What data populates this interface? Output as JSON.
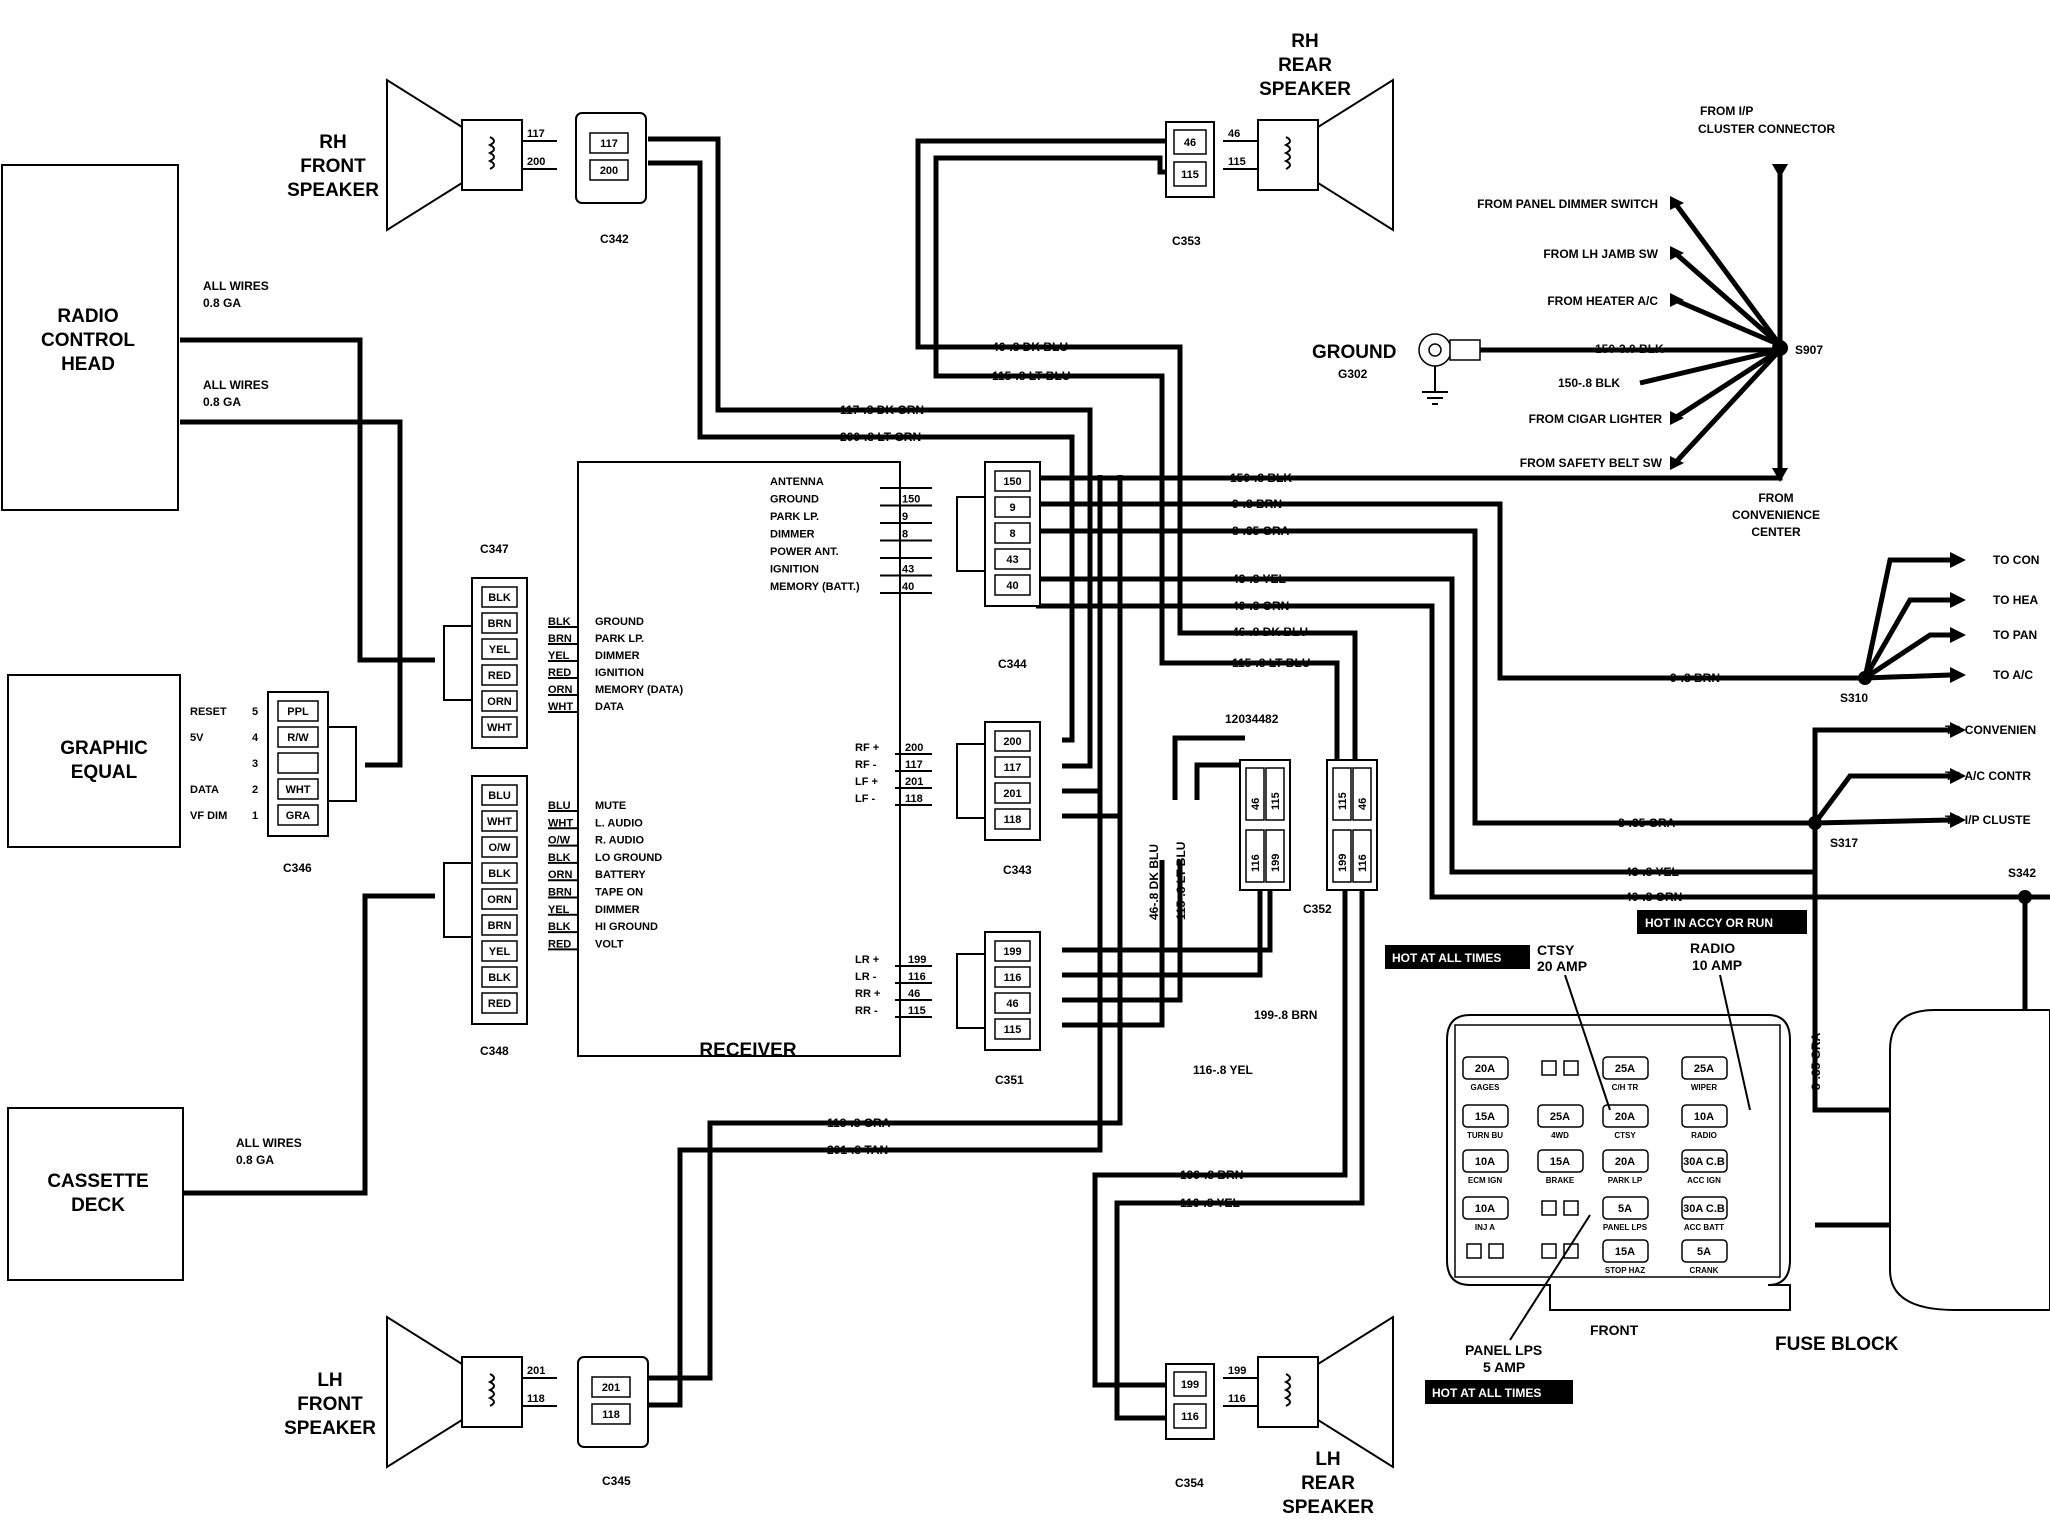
{
  "components": {
    "radio_control_head": [
      "RADIO",
      "CONTROL",
      "HEAD"
    ],
    "graphic_equal": [
      "GRAPHIC",
      "EQUAL"
    ],
    "cassette_deck": [
      "CASSETTE",
      "DECK"
    ],
    "receiver": "RECEIVER",
    "rh_front_speaker": [
      "RH",
      "FRONT",
      "SPEAKER"
    ],
    "rh_rear_speaker": [
      "RH",
      "REAR",
      "SPEAKER"
    ],
    "lh_front_speaker": [
      "LH",
      "FRONT",
      "SPEAKER"
    ],
    "lh_rear_speaker": [
      "LH",
      "REAR",
      "SPEAKER"
    ],
    "ground": "GROUND",
    "ground_id": "G302",
    "fuse_block": "FUSE BLOCK",
    "front": "FRONT",
    "part_number": "12034482"
  },
  "all_wires_notes": [
    [
      "ALL WIRES",
      "0.8 GA"
    ],
    [
      "ALL WIRES",
      "0.8 GA"
    ],
    [
      "ALL WIRES",
      "0.8 GA"
    ]
  ],
  "connectors": {
    "c342": "C342",
    "c353": "C353",
    "c347": "C347",
    "c346": "C346",
    "c348": "C348",
    "c344": "C344",
    "c343": "C343",
    "c351": "C351",
    "c352": "C352",
    "c345": "C345",
    "c354": "C354",
    "s907": "S907",
    "s310": "S310",
    "s317": "S317",
    "s342": "S342"
  },
  "rh_front_pins": [
    "117",
    "200"
  ],
  "rh_rear_pins": [
    "46",
    "115"
  ],
  "lh_front_pins": [
    "201",
    "118"
  ],
  "lh_rear_pins": [
    "199",
    "116"
  ],
  "c347_pins": [
    "BLK",
    "BRN",
    "YEL",
    "RED",
    "ORN",
    "WHT"
  ],
  "c347_funcs": [
    {
      "color": "BLK",
      "func": "GROUND"
    },
    {
      "color": "BRN",
      "func": "PARK LP."
    },
    {
      "color": "YEL",
      "func": "DIMMER"
    },
    {
      "color": "RED",
      "func": "IGNITION"
    },
    {
      "color": "ORN",
      "func": "MEMORY (DATA)"
    },
    {
      "color": "WHT",
      "func": "DATA"
    }
  ],
  "c346_pins": [
    "PPL",
    "R/W",
    "",
    "WHT",
    "GRA"
  ],
  "c346_nums": [
    "5",
    "4",
    "3",
    "2",
    "1"
  ],
  "c346_labels": [
    "RESET",
    "5V",
    "",
    "DATA",
    "VF DIM"
  ],
  "c348_pins": [
    "BLU",
    "WHT",
    "O/W",
    "BLK",
    "ORN",
    "BRN",
    "YEL",
    "BLK",
    "RED"
  ],
  "c348_funcs": [
    {
      "color": "BLU",
      "func": "MUTE"
    },
    {
      "color": "WHT",
      "func": "L. AUDIO"
    },
    {
      "color": "O/W",
      "func": "R. AUDIO"
    },
    {
      "color": "BLK",
      "func": "LO GROUND"
    },
    {
      "color": "ORN",
      "func": "BATTERY"
    },
    {
      "color": "BRN",
      "func": "TAPE ON"
    },
    {
      "color": "YEL",
      "func": "DIMMER"
    },
    {
      "color": "BLK",
      "func": "HI GROUND"
    },
    {
      "color": "RED",
      "func": "VOLT"
    }
  ],
  "receiver_power": [
    {
      "name": "ANTENNA",
      "pin": ""
    },
    {
      "name": "GROUND",
      "pin": "150"
    },
    {
      "name": "PARK LP.",
      "pin": "9"
    },
    {
      "name": "DIMMER",
      "pin": "8"
    },
    {
      "name": "POWER ANT.",
      "pin": ""
    },
    {
      "name": "IGNITION",
      "pin": "43"
    },
    {
      "name": "MEMORY (BATT.)",
      "pin": "40"
    }
  ],
  "receiver_front": [
    {
      "name": "RF +",
      "pin": "200"
    },
    {
      "name": "RF -",
      "pin": "117"
    },
    {
      "name": "LF +",
      "pin": "201"
    },
    {
      "name": "LF -",
      "pin": "118"
    }
  ],
  "receiver_rear": [
    {
      "name": "LR +",
      "pin": "199"
    },
    {
      "name": "LR -",
      "pin": "116"
    },
    {
      "name": "RR +",
      "pin": "46"
    },
    {
      "name": "RR -",
      "pin": "115"
    }
  ],
  "c344_pins": [
    "150",
    "9",
    "8",
    "43",
    "40"
  ],
  "c343_pins": [
    "200",
    "117",
    "201",
    "118"
  ],
  "c351_pins": [
    "199",
    "116",
    "46",
    "115"
  ],
  "c342_pins": [
    "117",
    "200"
  ],
  "c353_pins": [
    "46",
    "115"
  ],
  "c345_pins": [
    "201",
    "118"
  ],
  "c354_pins": [
    "199",
    "116"
  ],
  "c352_left": [
    "46",
    "115",
    "116",
    "199"
  ],
  "c352_right": [
    "115",
    "46",
    "199",
    "116"
  ],
  "wires": {
    "w46_dk_blu": "46-.8 DK BLU",
    "w115_lt_blu": "115-.8 LT BLU",
    "w117_dk_grn": "117-.8 DK GRN",
    "w200_lt_grn": "200-.8 LT GRN",
    "w150_blk": "150-.8 BLK",
    "w9_brn": "9-.8 BRN",
    "w8_gra": "8-.35 GRA",
    "w43_yel": "43-.8 YEL",
    "w40_orn": "40-.8 ORN",
    "w46_dk_blu_b": "46-.8 DK BLU",
    "w115_lt_blu_b": "115-.8 LT BLU",
    "w150_3_blk": "150-3.0 BLK",
    "w150_blk_b": "150-.8 BLK",
    "w9_brn_b": "9-.8 BRN",
    "w8_gra_b": "8-.35 GRA",
    "w43_yel_b": "43-.8 YEL",
    "w40_orn_b": "40-.8 ORN",
    "w118_gra": "118-.8 GRA",
    "w201_tan": "201-.8 TAN",
    "w199_brn": "199-.8 BRN",
    "w116_yel": "116-.8 YEL",
    "w199_brn_b": "199-.8 BRN",
    "w116_yel_b": "116-.8 YEL",
    "v46_dk_blu": "46-.8 DK BLU",
    "v115_lt_blu": "115-.8 LT BLU",
    "v8_gra": "8-.35 GRA"
  },
  "s907_sources": {
    "from_ip": [
      "FROM I/P",
      "CLUSTER CONNECTOR"
    ],
    "panel_dimmer": "FROM PANEL DIMMER SWITCH",
    "lh_jamb": "FROM LH JAMB SW",
    "heater_ac": "FROM HEATER A/C",
    "cigar": "FROM CIGAR LIGHTER",
    "safety_belt": "FROM SAFETY BELT SW",
    "convenience": [
      "FROM",
      "CONVENIENCE",
      "CENTER"
    ]
  },
  "s310_outputs": [
    "TO CON",
    "TO HEA",
    "TO PAN",
    "TO A/C"
  ],
  "s317_outputs": [
    "TO CONVENIEN",
    "TO A/C CONTR",
    "TO I/P CLUSTE"
  ],
  "hot_labels": {
    "accy": "HOT IN ACCY OR RUN",
    "all1": "HOT AT ALL TIMES",
    "all2": "HOT AT ALL TIMES"
  },
  "fuse_callouts": {
    "ctsy": [
      "CTSY",
      "20 AMP"
    ],
    "radio": [
      "RADIO",
      "10 AMP"
    ],
    "panel": [
      "PANEL LPS",
      "5 AMP"
    ]
  },
  "fuses": [
    {
      "amp": "20A",
      "name": "GAGES"
    },
    {
      "amp": "",
      "name": ""
    },
    {
      "amp": "25A",
      "name": "C/H TR"
    },
    {
      "amp": "25A",
      "name": "WIPER"
    },
    {
      "amp": "15A",
      "name": "TURN BU"
    },
    {
      "amp": "25A",
      "name": "4WD"
    },
    {
      "amp": "20A",
      "name": "CTSY"
    },
    {
      "amp": "10A",
      "name": "RADIO"
    },
    {
      "amp": "10A",
      "name": "ECM IGN"
    },
    {
      "amp": "15A",
      "name": "BRAKE"
    },
    {
      "amp": "20A",
      "name": "PARK LP"
    },
    {
      "amp": "30A C.B",
      "name": "ACC IGN"
    },
    {
      "amp": "10A",
      "name": "INJ A"
    },
    {
      "amp": "",
      "name": ""
    },
    {
      "amp": "5A",
      "name": "PANEL LPS"
    },
    {
      "amp": "30A C.B",
      "name": "ACC BATT"
    },
    {
      "amp": "",
      "name": ""
    },
    {
      "amp": "",
      "name": ""
    },
    {
      "amp": "15A",
      "name": "STOP HAZ"
    },
    {
      "amp": "5A",
      "name": "CRANK"
    }
  ]
}
